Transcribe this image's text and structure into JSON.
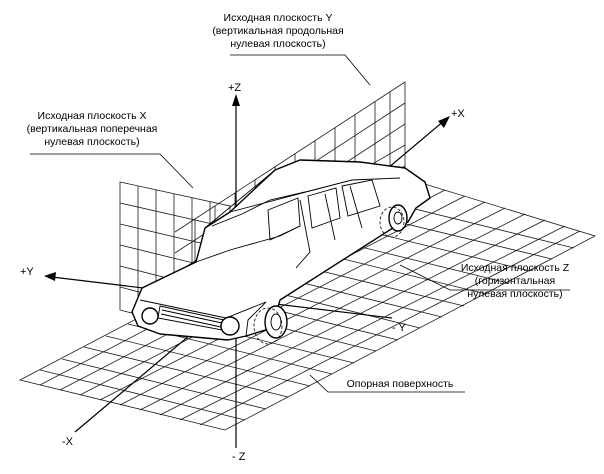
{
  "labels": {
    "plane_y": {
      "line1": "Исходная плоскость Y",
      "line2": "(вертикальная продольная",
      "line3": "нулевая плоскость)"
    },
    "plane_x": {
      "line1": "Исходная плоскость X",
      "line2": "(вертикальная поперечная",
      "line3": "нулевая плоскость)"
    },
    "plane_z": {
      "line1": "Исходная плоскость Z",
      "line2": "(горизонтальная",
      "line3": "нулевая плоскость)"
    },
    "support": "Опорная поверхность"
  },
  "axes": {
    "plus_z": "+Z",
    "minus_z": "- Z",
    "plus_x": "+X",
    "minus_x": "-X",
    "plus_y": "+Y",
    "minus_y": "- Y"
  }
}
